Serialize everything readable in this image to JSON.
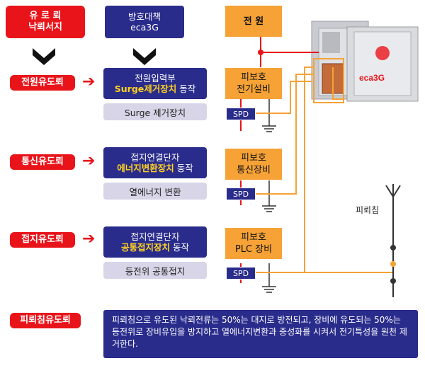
{
  "left": {
    "top_box": [
      "유 로 뢰",
      "낙뢰서지"
    ],
    "items": [
      "전원유도뢰",
      "통신유도뢰",
      "접지유도뢰"
    ],
    "bottom": "피뢰침유도뢰"
  },
  "middle": {
    "top_box": [
      "방호대책",
      "eca3G"
    ],
    "items": [
      {
        "line1": "전원입력부",
        "line2_hl": "Surge제거장치",
        "line2_rest": " 동작",
        "sub": "Surge 제거장치"
      },
      {
        "line1": "접지연결단자",
        "line2_hl": "에너지변환장치",
        "line2_rest": " 동작",
        "sub": "열에너지 변환"
      },
      {
        "line1": "접지연결단자",
        "line2_hl": "공통접지장치",
        "line2_rest": " 동작",
        "sub": "등전위 공통접지"
      }
    ]
  },
  "right": {
    "power": "전 원",
    "devices": [
      [
        "피보호",
        "전기설비"
      ],
      [
        "피보호",
        "통신장비"
      ],
      [
        "피보호",
        "PLC 장비"
      ]
    ],
    "spd": "SPD",
    "lightning_rod": "피뢰침",
    "product_logo": "eca3G"
  },
  "description": "피뢰침으로 유도된 낙뢰전류는 50%는 대지로 방전되고, 장비에 유도되는 50%는 등전위로 장비유입을 방지하고 열에너지변환과 중성화를 시켜서 전기특성을 원천 제거한다.",
  "colors": {
    "red": "#e8141a",
    "navy": "#2a2c8c",
    "orange": "#f6a236",
    "highlight": "#ffd21f"
  }
}
